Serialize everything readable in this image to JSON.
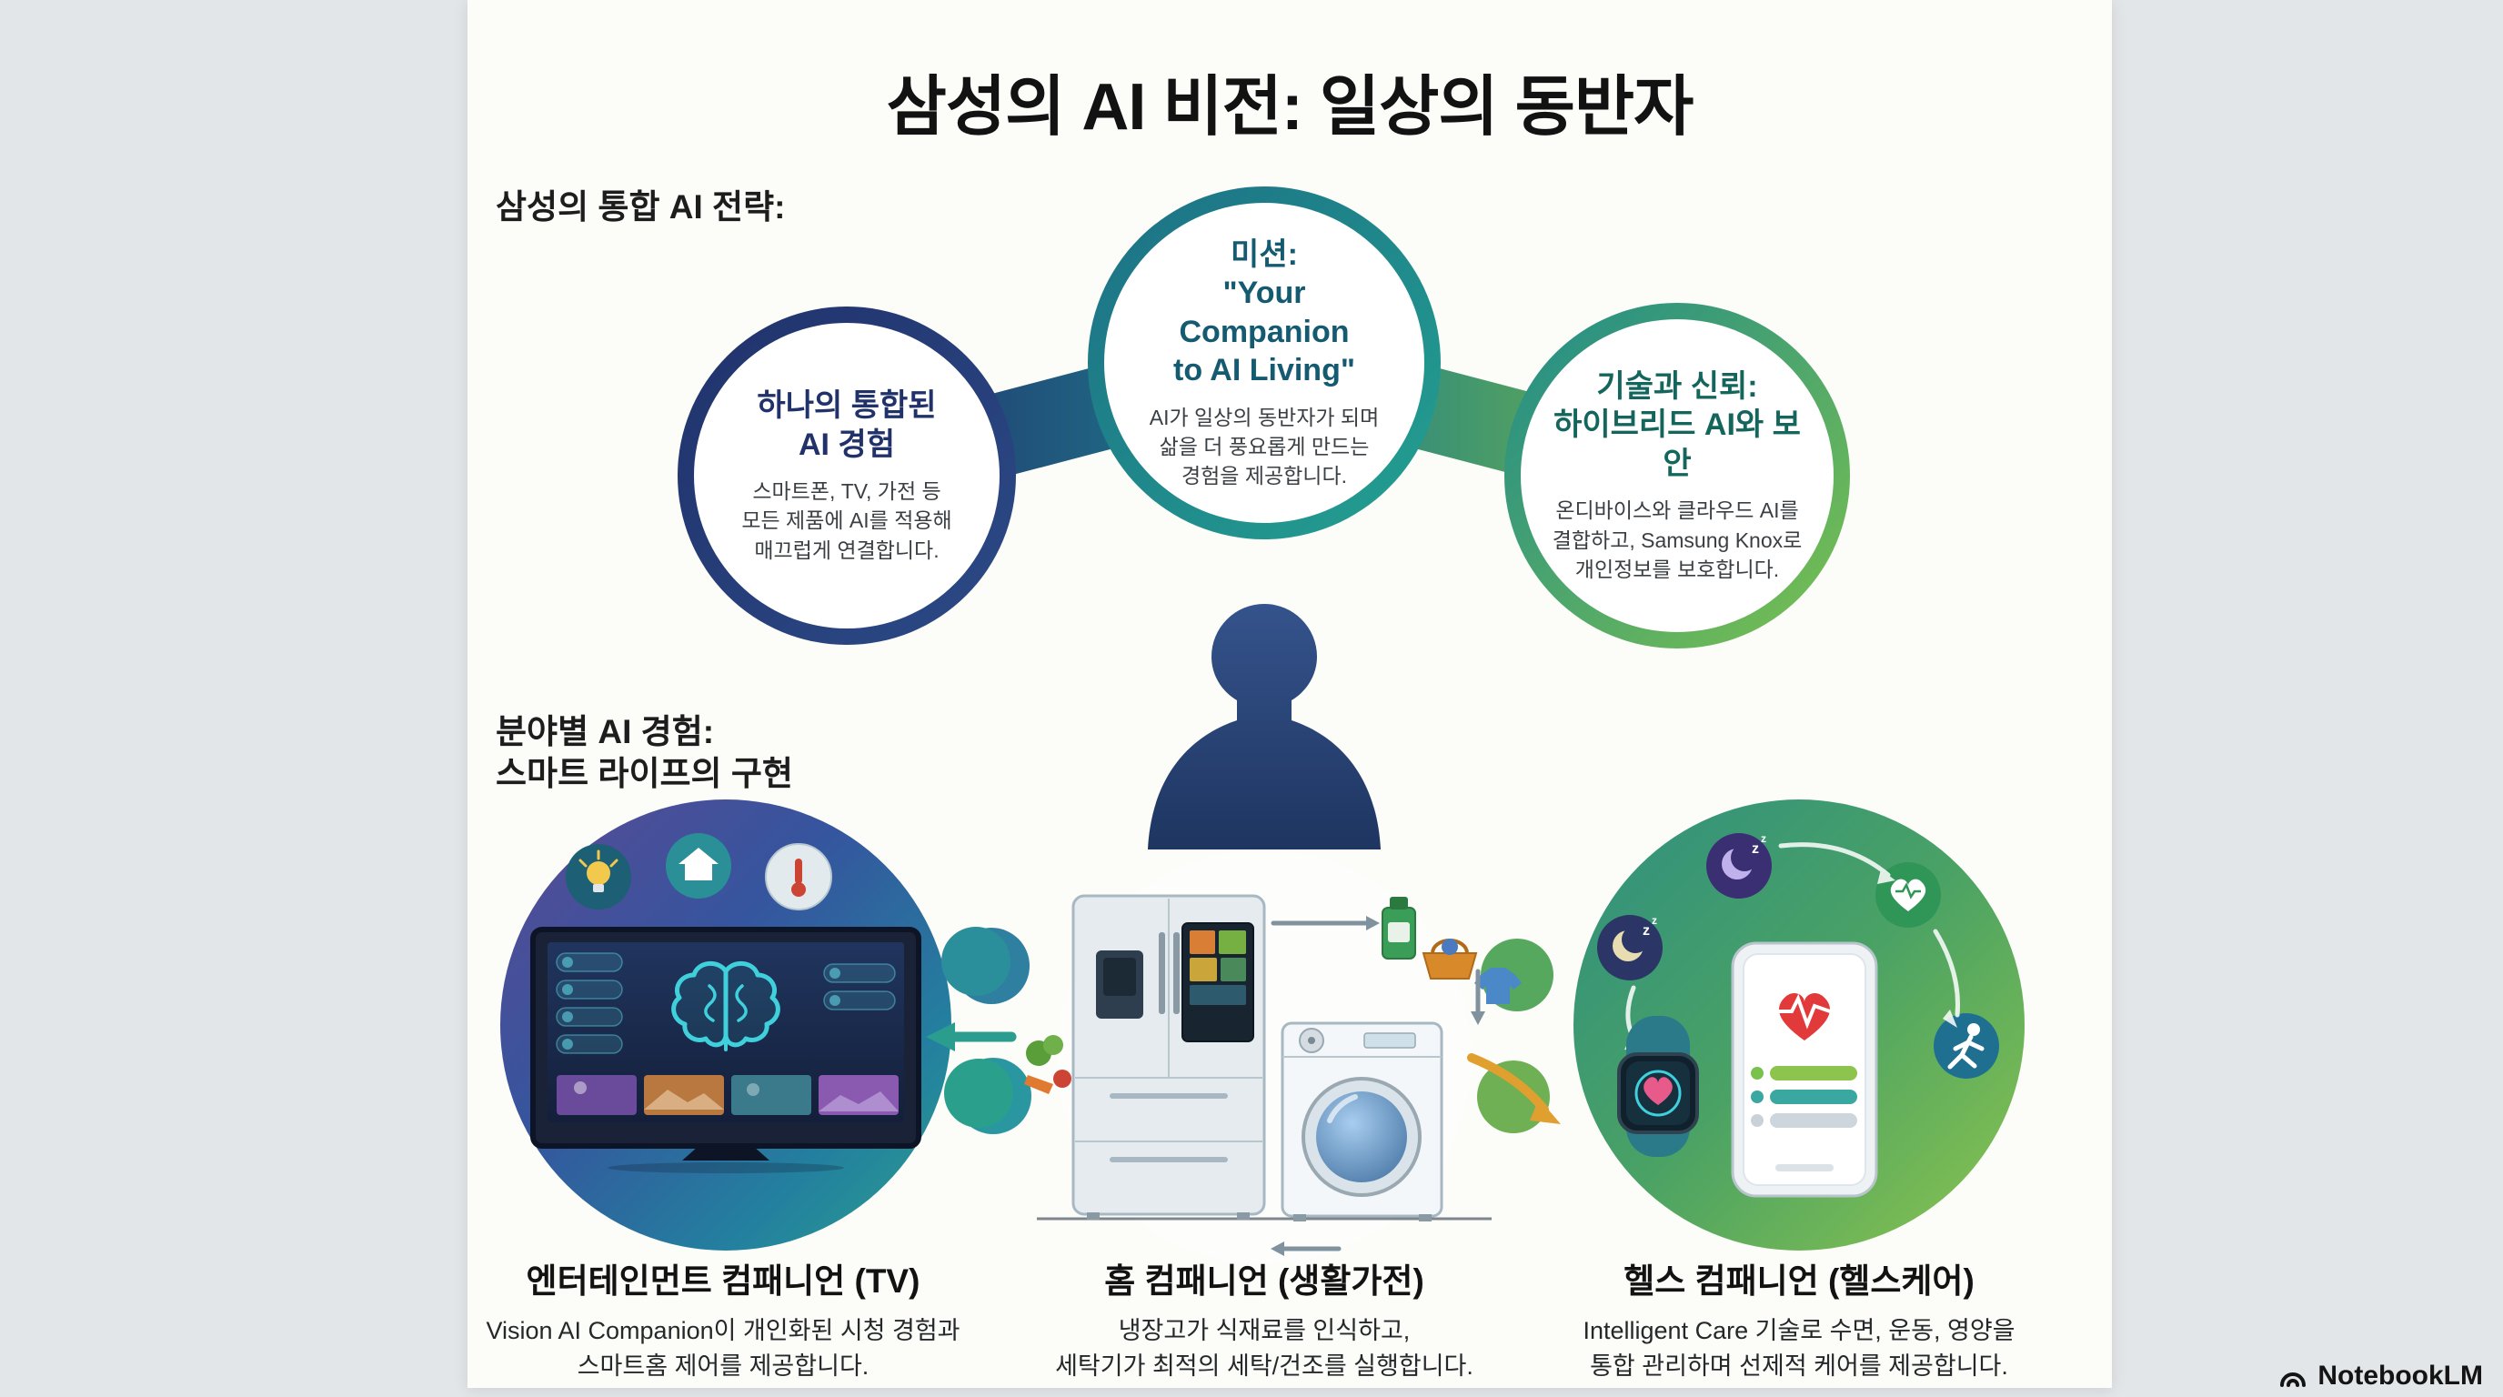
{
  "title": "삼성의 AI 비전: 일상의 동반자",
  "strategy": {
    "heading": "삼성의 통합 AI 전략:",
    "circles": [
      {
        "title": "하나의 통합된\nAI 경험",
        "body": "스마트폰, TV, 가전 등\n모든 제품에 AI를 적용해\n매끄럽게 연결합니다."
      },
      {
        "title": "미션:\n\"Your Companion\nto AI Living\"",
        "body": "AI가 일상의 동반자가 되며\n삶을 더 풍요롭게 만드는\n경험을 제공합니다."
      },
      {
        "title": "기술과 신뢰:\n하이브리드 AI와 보안",
        "body": "온디바이스와 클라우드 AI를\n결합하고, Samsung Knox로\n개인정보를 보호합니다."
      }
    ]
  },
  "experiences": {
    "heading": "분야별 AI 경험:\n스마트 라이프의 구현",
    "items": [
      {
        "title": "엔터테인먼트 컴패니언 (TV)",
        "body": "Vision AI Companion이 개인화된 시청 경험과\n스마트홈 제어를 제공합니다."
      },
      {
        "title": "홈 컴패니언 (생활가전)",
        "body": "냉장고가 식재료를 인식하고,\n세탁기가 최적의 세탁/건조를 실행합니다."
      },
      {
        "title": "헬스 컴패니언 (헬스케어)",
        "body": "Intelligent Care 기술로 수면, 운동, 영양을\n통합 관리하며 선제적 케어를 제공합니다."
      }
    ]
  },
  "footer": {
    "brand": "NotebookLM"
  },
  "icons": {
    "lightbulb-icon": "bulb",
    "home-icon": "house",
    "thermometer-icon": "thermometer",
    "sleep-icon": "crescent-moon-zz",
    "heart-rate-icon": "heart-pulse",
    "runner-icon": "running-figure",
    "brain-icon": "brain-outline",
    "notebooklm-logo-icon": "arched-swirl"
  },
  "colors": {
    "navy": "#22346d",
    "teal": "#1e7f8e",
    "green": "#6ab04c",
    "arrow_teal": "#2a9d8f",
    "arrow_amber": "#e0a030",
    "panel": "#fcfcf9",
    "background": "#e3e6e9"
  }
}
